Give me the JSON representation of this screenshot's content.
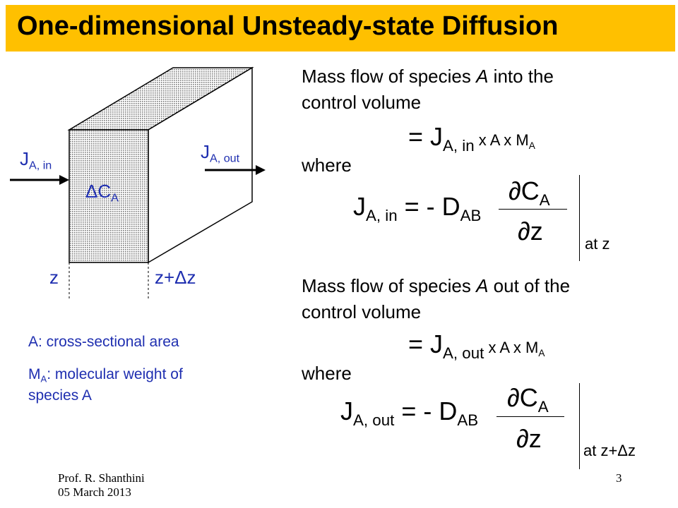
{
  "title": "One-dimensional Unsteady-state Diffusion",
  "diagram": {
    "j_in_main": "J",
    "j_in_sub": "A, in",
    "j_out_main": "J",
    "j_out_sub": "A, out",
    "delta_c_main": "ΔC",
    "delta_c_sub": "A",
    "z_left": "z",
    "z_right": "z+Δz",
    "colors": {
      "text": "#1F2FB0",
      "dots": "#7a7a7a"
    }
  },
  "notes": {
    "area_label": "A: cross-sectional area",
    "mw_main": "M",
    "mw_sub": "A",
    "mw_rest": ": molecular weight of",
    "mw_line2": "species A"
  },
  "inflow": {
    "text1_a": "Mass flow of species ",
    "text1_species": "A",
    "text1_b": " into the",
    "text2": "control volume",
    "eq_equals": "= J",
    "eq_sub": "A, in",
    "eq_rest": " x A x M",
    "eq_rest_sub": "A",
    "where": "where",
    "flux_main": "J",
    "flux_sub": "A, in",
    "flux_rhs": " = - D",
    "flux_rhs_sub": "AB",
    "num_main": "∂C",
    "num_sub": "A",
    "den": "∂z",
    "eval": "at z"
  },
  "outflow": {
    "text1_a": "Mass flow of species ",
    "text1_species": "A",
    "text1_b": " out of the",
    "text2": "control volume",
    "eq_equals": "= J",
    "eq_sub": "A, out",
    "eq_rest": " x A x M",
    "eq_rest_sub": "A",
    "where": "where",
    "flux_main": "J",
    "flux_sub": "A, out",
    "flux_rhs": " = - D",
    "flux_rhs_sub": "AB",
    "num_main": "∂C",
    "num_sub": "A",
    "den": "∂z",
    "eval": "at z+Δz"
  },
  "footer": {
    "author": "Prof. R. Shanthini",
    "date": "05 March 2013",
    "page_number": "3"
  },
  "colors": {
    "title_bar": "#FFC000"
  }
}
